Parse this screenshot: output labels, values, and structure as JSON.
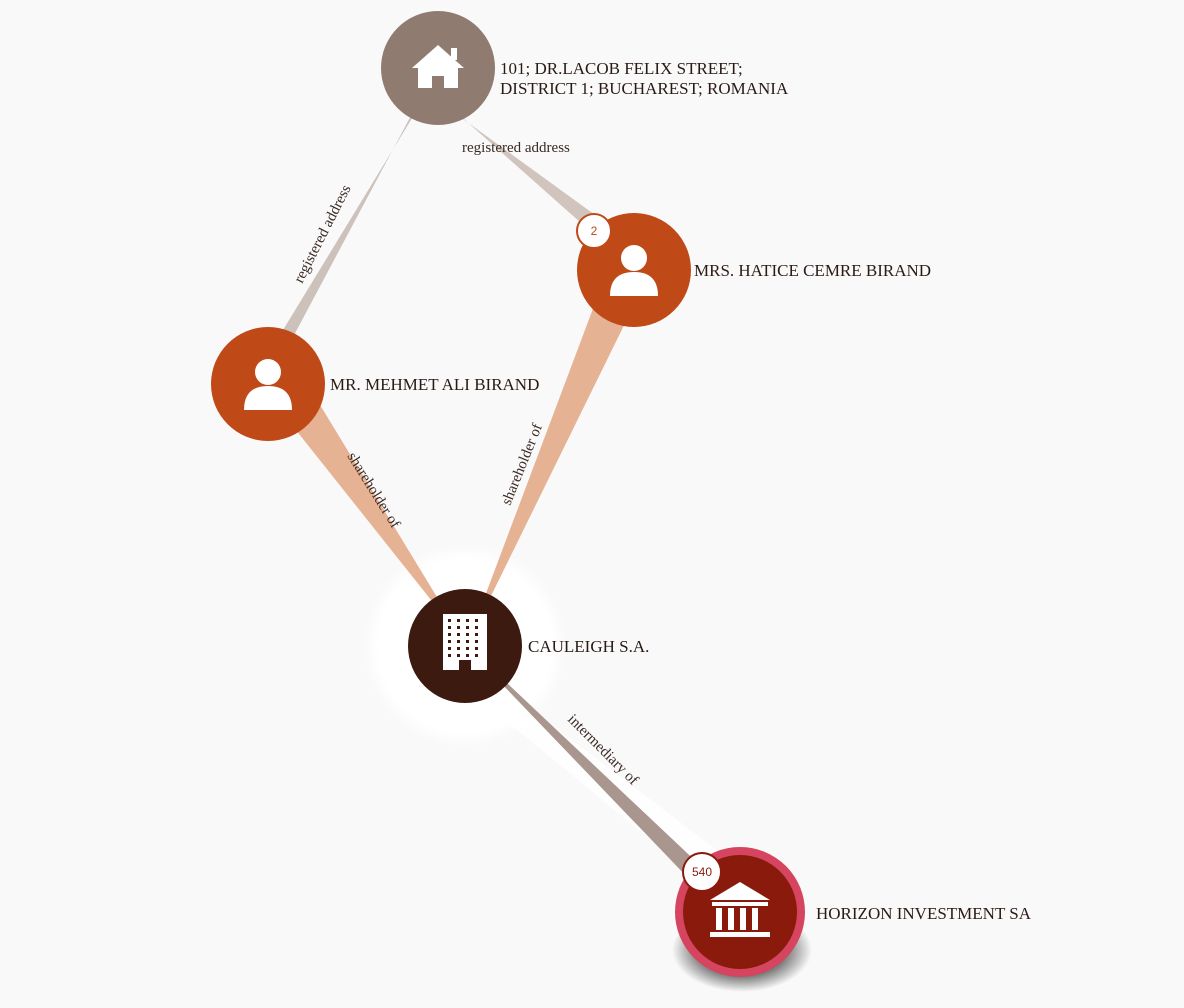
{
  "graph": {
    "nodes": {
      "address": {
        "label_line1": "101; DR.LACOB FELIX STREET;",
        "label_line2": "DISTRICT 1; BUCHAREST; ROMANIA",
        "type": "address",
        "icon": "house-icon",
        "color": "#8f7b70"
      },
      "hatice": {
        "label": "MRS. HATICE CEMRE BIRAND",
        "type": "officer",
        "icon": "person-icon",
        "color": "#c04a17",
        "badge": "2"
      },
      "mehmet": {
        "label": "MR. MEHMET ALI BIRAND",
        "type": "officer",
        "icon": "person-icon",
        "color": "#c04a17"
      },
      "cauleigh": {
        "label": "CAULEIGH S.A.",
        "type": "entity",
        "icon": "building-icon",
        "color": "#3d1a10"
      },
      "horizon": {
        "label": "HORIZON INVESTMENT SA",
        "type": "intermediary",
        "icon": "bank-icon",
        "color": "#8a1a0c",
        "ring_color": "#d6455f",
        "badge": "540"
      }
    },
    "edges": {
      "mehmet_address": {
        "label": "registered address",
        "color": "#cdc2bb"
      },
      "hatice_address": {
        "label": "registered address",
        "color": "#d0c4bd"
      },
      "mehmet_cauleigh": {
        "label": "shareholder of",
        "color": "#e6b294"
      },
      "hatice_cauleigh": {
        "label": "shareholder of",
        "color": "#e6b294"
      },
      "cauleigh_horizon": {
        "label": "intermediary of",
        "color": "#a9968e"
      }
    }
  }
}
